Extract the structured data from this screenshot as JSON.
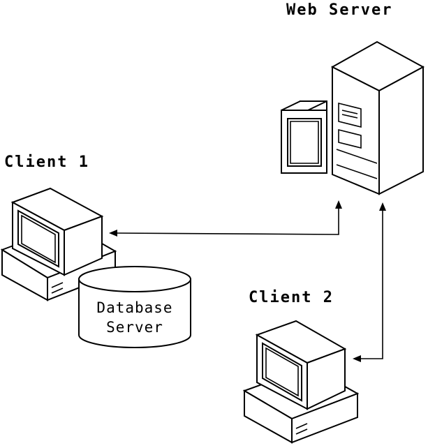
{
  "nodes": {
    "web_server": {
      "label": "Web Server",
      "icon": "server-tower-icon"
    },
    "client_1": {
      "label": "Client 1",
      "icon": "desktop-computer-icon"
    },
    "client_2": {
      "label": "Client 2",
      "icon": "desktop-computer-icon"
    },
    "database_server": {
      "label_line1": "Database",
      "label_line2": "Server",
      "icon": "database-cylinder-icon"
    }
  },
  "connections": [
    {
      "from": "client_1",
      "to": "web_server",
      "style": "double-arrow"
    },
    {
      "from": "client_2",
      "to": "web_server",
      "style": "double-arrow"
    }
  ],
  "colors": {
    "line": "#000000",
    "background": "#ffffff"
  }
}
